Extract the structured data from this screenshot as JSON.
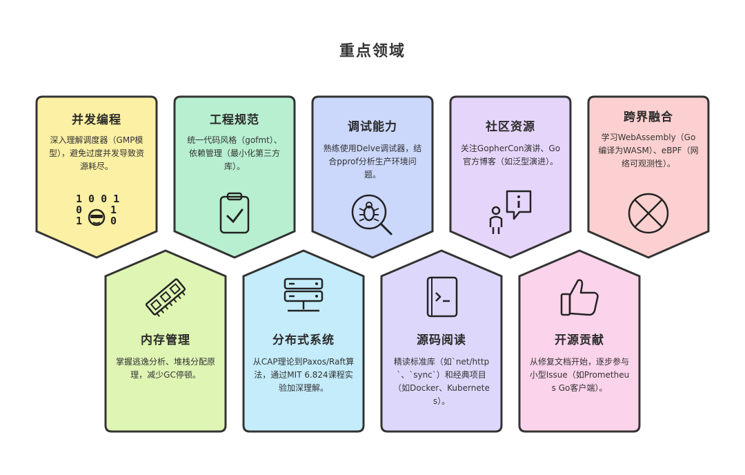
{
  "title": "重点领域",
  "cards": [
    {
      "title": "并发编程",
      "desc": "深入理解调度器（GMP模型），避免过度并发导致资源耗尽。",
      "icon": "binary-face-icon",
      "fill": "#fbf0a3",
      "icon_text": [
        "1 0 0 1",
        "0",
        "1",
        "1",
        "0"
      ]
    },
    {
      "title": "工程规范",
      "desc": "统一代码风格（gofmt）、依赖管理（最小化第三方库）。",
      "icon": "clipboard-check-icon",
      "fill": "#b7efd0"
    },
    {
      "title": "调试能力",
      "desc": "熟练使用Delve调试器，结合pprof分析生产环境问题。",
      "icon": "bug-magnifier-icon",
      "fill": "#cbd7fb"
    },
    {
      "title": "社区资源",
      "desc": "关注GopherCon演讲、Go官方博客（如泛型演进）。",
      "icon": "person-info-icon",
      "fill": "#e6d5fb"
    },
    {
      "title": "跨界融合",
      "desc": "学习WebAssembly（Go编译为WASM）、eBPF（网络可观测性）。",
      "icon": "crossed-circle-icon",
      "fill": "#fcd0d0"
    },
    {
      "title": "内存管理",
      "desc": "掌握逃逸分析、堆栈分配原理，减少GC停顿。",
      "icon": "memory-chip-icon",
      "fill": "#dff5b4"
    },
    {
      "title": "分布式系统",
      "desc": "从CAP理论到Paxos/Raft算法，通过MIT 6.824课程实验加深理解。",
      "icon": "server-icon",
      "fill": "#c4ecfb"
    },
    {
      "title": "源码阅读",
      "desc": "精读标准库（如`net/http`、`sync`）和经典项目（如Docker、Kubernetes）。",
      "icon": "terminal-book-icon",
      "fill": "#ddd8fb"
    },
    {
      "title": "开源贡献",
      "desc": "从修复文档开始，逐步参与小型Issue（如Prometheus Go客户端）。",
      "icon": "thumbs-up-icon",
      "fill": "#fbd3ea"
    }
  ]
}
